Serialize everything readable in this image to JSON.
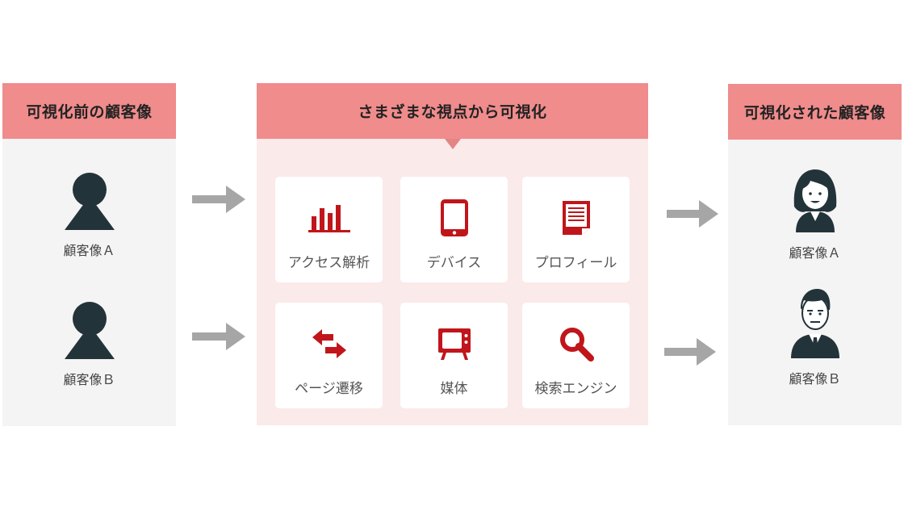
{
  "before": {
    "title": "可視化前の顧客像",
    "personA": "顧客像Ａ",
    "personB": "顧客像Ｂ"
  },
  "center": {
    "title": "さまざまな視点から可視化",
    "cards": [
      {
        "label": "アクセス解析",
        "icon": "bar-chart-icon"
      },
      {
        "label": "デバイス",
        "icon": "tablet-icon"
      },
      {
        "label": "プロフィール",
        "icon": "document-icon"
      },
      {
        "label": "ページ遷移",
        "icon": "swap-arrows-icon"
      },
      {
        "label": "媒体",
        "icon": "tv-icon"
      },
      {
        "label": "検索エンジン",
        "icon": "magnifier-icon"
      }
    ]
  },
  "after": {
    "title": "可視化された顧客像",
    "personA": "顧客像Ａ",
    "personB": "顧客像Ｂ"
  },
  "colors": {
    "header": "#f08c8c",
    "accent": "#c0161b",
    "silhouette": "#23333a",
    "arrow": "#a6a6a6"
  }
}
